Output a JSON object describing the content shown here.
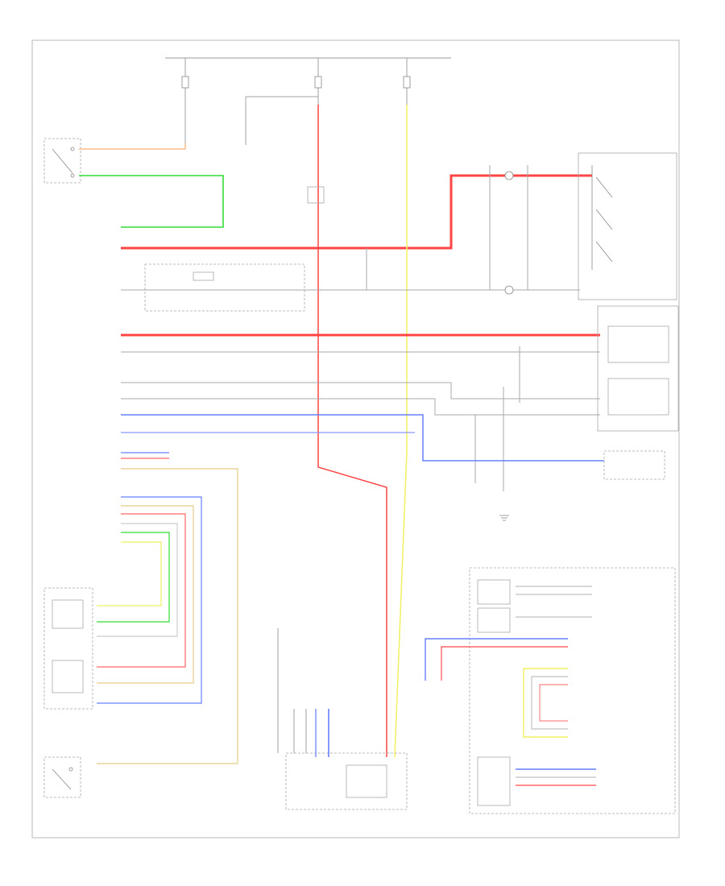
{
  "diagram": {
    "wires": [
      {
        "name": "red-main",
        "color": "#ff3333"
      },
      {
        "name": "red-mid",
        "color": "#ff3333"
      },
      {
        "name": "gray-1",
        "color": "#9a9a9a"
      },
      {
        "name": "gray-2",
        "color": "#9a9a9a"
      },
      {
        "name": "blue-1",
        "color": "#4a6cff"
      },
      {
        "name": "blue-2",
        "color": "#4a6cff"
      },
      {
        "name": "green-1",
        "color": "#33dd33"
      },
      {
        "name": "yellow-1",
        "color": "#eeee33"
      },
      {
        "name": "orange-1",
        "color": "#ffb070"
      },
      {
        "name": "tan-1",
        "color": "#e6cc88"
      }
    ],
    "colors": {
      "red": "#ff3333",
      "blue": "#4a6cff",
      "green": "#33dd33",
      "yellow": "#eeee33",
      "orange": "#ffb070",
      "tan": "#e6cc88",
      "gray": "#9a9a9a",
      "frame": "#b8b8b8"
    }
  }
}
